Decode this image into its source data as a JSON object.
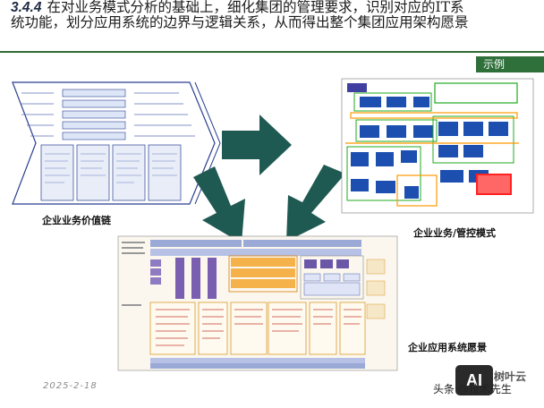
{
  "slide": {
    "section_number": "3.4.4",
    "title_text": "在对业务模式分析的基础上，细化集团的管理要求，识别对应的IT系统功能，划分应用系统的边界与逻辑关系，从而得出整个集团应用架构愿景",
    "example_tag": "示例",
    "captions": {
      "value_chain": "企业业务价值链",
      "control_mode": "企业业务/管控模式",
      "app_vision": "企业应用系统愿景"
    },
    "date": "2025-2-18",
    "watermark": {
      "logo": "AI",
      "brand": "树叶云",
      "source": "头条 @技术先生"
    }
  },
  "colors": {
    "green_bar": "#2f6f3a",
    "arrow_green": "#1f5a52",
    "value_chain_blue": "#2a3f8f",
    "control_green": "#22aa22",
    "control_blue": "#1c4fb0",
    "control_orange": "#ff9900",
    "arch_purple": "#7a5fb0",
    "arch_orange": "#f5b24a"
  }
}
